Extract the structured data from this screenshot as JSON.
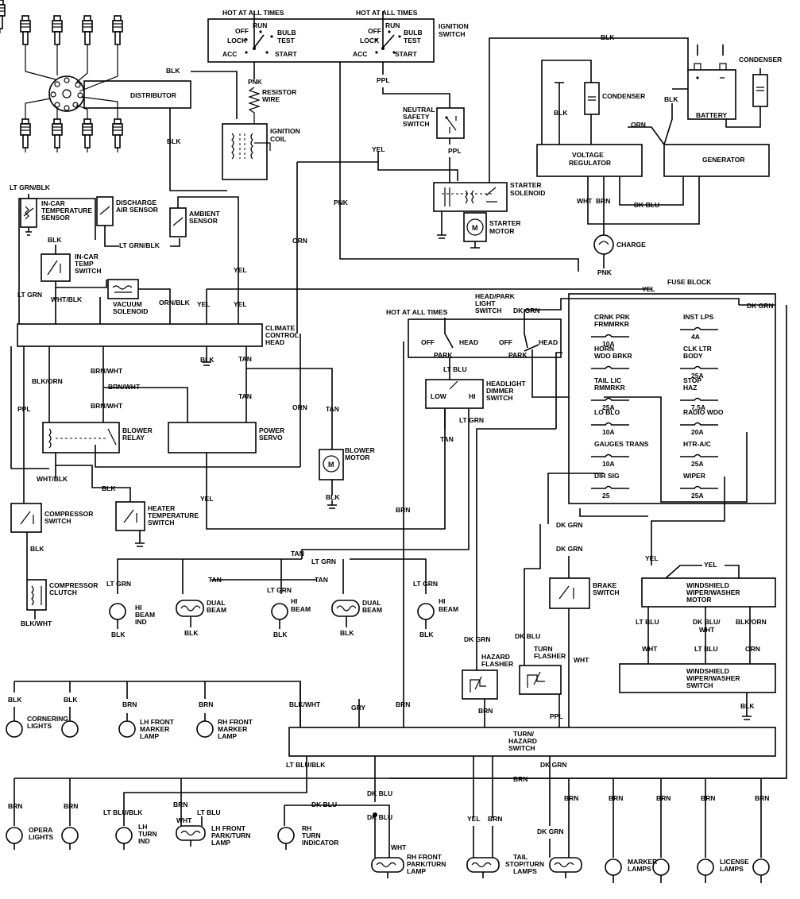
{
  "labels": {
    "hot_at_all_times_1": "HOT AT ALL TIMES",
    "hot_at_all_times_2": "HOT AT ALL TIMES",
    "hot_at_all_times_3": "HOT AT ALL TIMES",
    "ignition_switch": [
      "IGNITION",
      "SWITCH"
    ],
    "ign_positions": {
      "run": "RUN",
      "off": "OFF",
      "bulb_test": [
        "BULB",
        "TEST"
      ],
      "lock": "LOCK",
      "acc": "ACC",
      "start": "START"
    },
    "distributor": "DISTRIBUTOR",
    "resistor_wire": [
      "RESISTOR",
      "WIRE"
    ],
    "ignition_coil": [
      "IGNITION",
      "COIL"
    ],
    "neutral_safety_switch": [
      "NEUTRAL",
      "SAFETY",
      "SWITCH"
    ],
    "condenser": "CONDENSER",
    "battery": "BATTERY",
    "voltage_regulator": [
      "VOLTAGE",
      "REGULATOR"
    ],
    "generator": "GENERATOR",
    "starter_solenoid": [
      "STARTER",
      "SOLENOID"
    ],
    "starter_motor": [
      "STARTER",
      "MOTOR"
    ],
    "charge": "CHARGE",
    "in_car_temp_sensor": [
      "IN-CAR",
      "TEMPERATURE",
      "SENSOR"
    ],
    "discharge_air_sensor": [
      "DISCHARGE",
      "AIR SENSOR"
    ],
    "ambient_sensor": [
      "AMBIENT",
      "SENSOR"
    ],
    "in_car_temp_switch": [
      "IN-CAR",
      "TEMP",
      "SWITCH"
    ],
    "vacuum_solenoid": [
      "VACUUM",
      "SOLENOID"
    ],
    "climate_control_head": [
      "CLIMATE",
      "CONTROL",
      "HEAD"
    ],
    "blower_relay": [
      "BLOWER",
      "RELAY"
    ],
    "power_servo": [
      "POWER",
      "SERVO"
    ],
    "blower_motor": [
      "BLOWER",
      "MOTOR"
    ],
    "compressor_switch": [
      "COMPRESSOR",
      "SWITCH"
    ],
    "heater_temperature_switch": [
      "HEATER",
      "TEMPERATURE",
      "SWITCH"
    ],
    "compressor_clutch": [
      "COMPRESSOR",
      "CLUTCH"
    ],
    "head_park_light_switch": [
      "HEAD/PARK",
      "LIGHT",
      "SWITCH"
    ],
    "hl_positions": {
      "off": "OFF",
      "head": "HEAD",
      "park": "PARK"
    },
    "headlight_dimmer_switch": [
      "HEADLIGHT",
      "DIMMER",
      "SWITCH"
    ],
    "low": "LOW",
    "hi": "HI",
    "fuse_block": "FUSE BLOCK",
    "fuses": [
      {
        "name": [
          "CRNK PRK",
          "FRMMRKR"
        ],
        "rating": "10A"
      },
      {
        "name": [
          "INST LPS"
        ],
        "rating": "4A"
      },
      {
        "name": [
          "HORN",
          "WDO BRKR"
        ],
        "rating": ""
      },
      {
        "name": [
          "CLK LTR",
          "BODY"
        ],
        "rating": "25A"
      },
      {
        "name": [
          "TAIL LIC",
          "RMMRKR"
        ],
        "rating": "25A"
      },
      {
        "name": [
          "STOP",
          "HAZ"
        ],
        "rating": "7.5A"
      },
      {
        "name": [
          "LO BLO"
        ],
        "rating": "10A"
      },
      {
        "name": [
          "RADIO WDO"
        ],
        "rating": "20A"
      },
      {
        "name": [
          "GAUGES TRANS"
        ],
        "rating": "10A"
      },
      {
        "name": [
          "HTR-A/C"
        ],
        "rating": "25A"
      },
      {
        "name": [
          "DIR SIG"
        ],
        "rating": "25"
      },
      {
        "name": [
          "WIPER"
        ],
        "rating": "25A"
      }
    ],
    "hi_beam_ind": [
      "HI",
      "BEAM",
      "IND"
    ],
    "dual_beam": [
      "DUAL",
      "BEAM"
    ],
    "hi_beam": [
      "HI",
      "BEAM"
    ],
    "brake_switch": [
      "BRAKE",
      "SWITCH"
    ],
    "hazard_flasher": [
      "HAZARD",
      "FLASHER"
    ],
    "turn_flasher": [
      "TURN",
      "FLASHER"
    ],
    "wiper_motor": [
      "WINDSHIELD",
      "WIPER/WASHER",
      "MOTOR"
    ],
    "wiper_switch": [
      "WINDSHIELD",
      "WIPER/WASHER",
      "SWITCH"
    ],
    "cornering_lights": [
      "CORNERING",
      "LIGHTS"
    ],
    "lh_front_marker": [
      "LH FRONT",
      "MARKER",
      "LAMP"
    ],
    "rh_front_marker": [
      "RH FRONT",
      "MARKER",
      "LAMP"
    ],
    "turn_hazard_switch": [
      "TURN/",
      "HAZARD",
      "SWITCH"
    ],
    "opera_lights": [
      "OPERA",
      "LIGHTS"
    ],
    "lh_turn_ind": [
      "LH",
      "TURN",
      "IND"
    ],
    "lh_front_park_turn": [
      "LH FRONT",
      "PARK/TURN",
      "LAMP"
    ],
    "rh_turn_indicator": [
      "RH",
      "TURN",
      "INDICATOR"
    ],
    "rh_front_park_turn": [
      "RH FRONT",
      "PARK/TURN",
      "LAMP"
    ],
    "tail_stop_turn": [
      "TAIL",
      "STOP/TURN",
      "LAMPS"
    ],
    "marker_lamps": [
      "MARKER",
      "LAMPS"
    ],
    "license_lamps": [
      "LICENSE",
      "LAMPS"
    ]
  },
  "wire_colors": {
    "blk": "BLK",
    "pnk": "PNK",
    "yel": "YEL",
    "ppl": "PPL",
    "orn": "ORN",
    "wht": "WHT",
    "brn": "BRN",
    "dk_blu": "DK BLU",
    "lt_grn": "LT GRN",
    "lt_grn_blk": "LT GRN/BLK",
    "wht_blk": "WHT/BLK",
    "orn_blk": "ORN/BLK",
    "blk_orn": "BLK/ORN",
    "brn_wht": "BRN/WHT",
    "tan": "TAN",
    "lt_blu": "LT BLU",
    "dk_grn": "DK GRN",
    "blk_wht": "BLK/WHT",
    "gry": "GRY",
    "lt_blu_blk": "LT BLU/BLK",
    "dk_blu_wht": [
      "DK BLU/",
      "WHT"
    ],
    "blk_orn2": "BLK/ORN"
  }
}
